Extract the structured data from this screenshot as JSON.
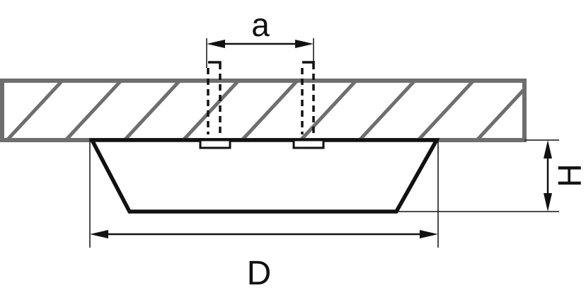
{
  "dimensions": {
    "spacing_label": "a",
    "height_label": "H",
    "diameter_label": "D"
  },
  "colors": {
    "outline": "#111111",
    "ceiling": "#6e6e6e",
    "background": "#ffffff"
  }
}
